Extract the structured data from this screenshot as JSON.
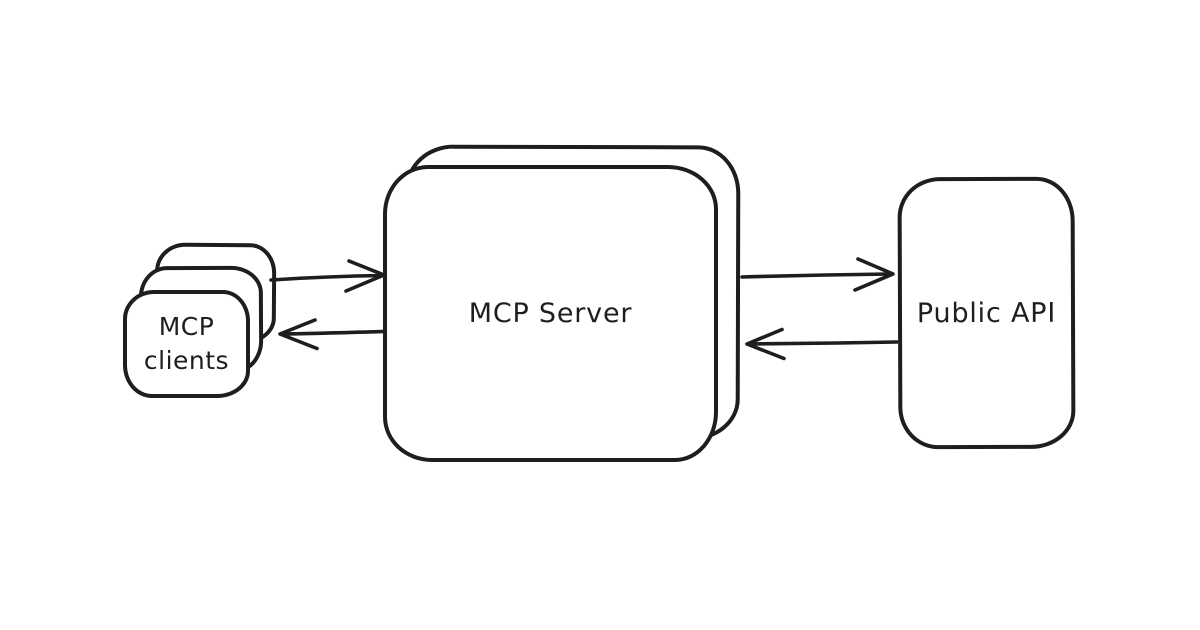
{
  "diagram": {
    "background_color": "#ffffff",
    "stroke_color": "#1e1e1e",
    "nodes": {
      "mcp_clients": {
        "label_line1": "MCP",
        "label_line2": "clients",
        "stacked_copies": 3
      },
      "mcp_server": {
        "label": "MCP Server",
        "stacked_copies": 2
      },
      "public_api": {
        "label": "Public API"
      }
    },
    "arrows": [
      {
        "name": "clients-to-server",
        "from": "MCP clients",
        "to": "MCP Server",
        "direction": "right"
      },
      {
        "name": "server-to-clients",
        "from": "MCP Server",
        "to": "MCP clients",
        "direction": "left"
      },
      {
        "name": "server-to-api",
        "from": "MCP Server",
        "to": "Public API",
        "direction": "right"
      },
      {
        "name": "api-to-server",
        "from": "Public API",
        "to": "MCP Server",
        "direction": "left"
      }
    ]
  }
}
